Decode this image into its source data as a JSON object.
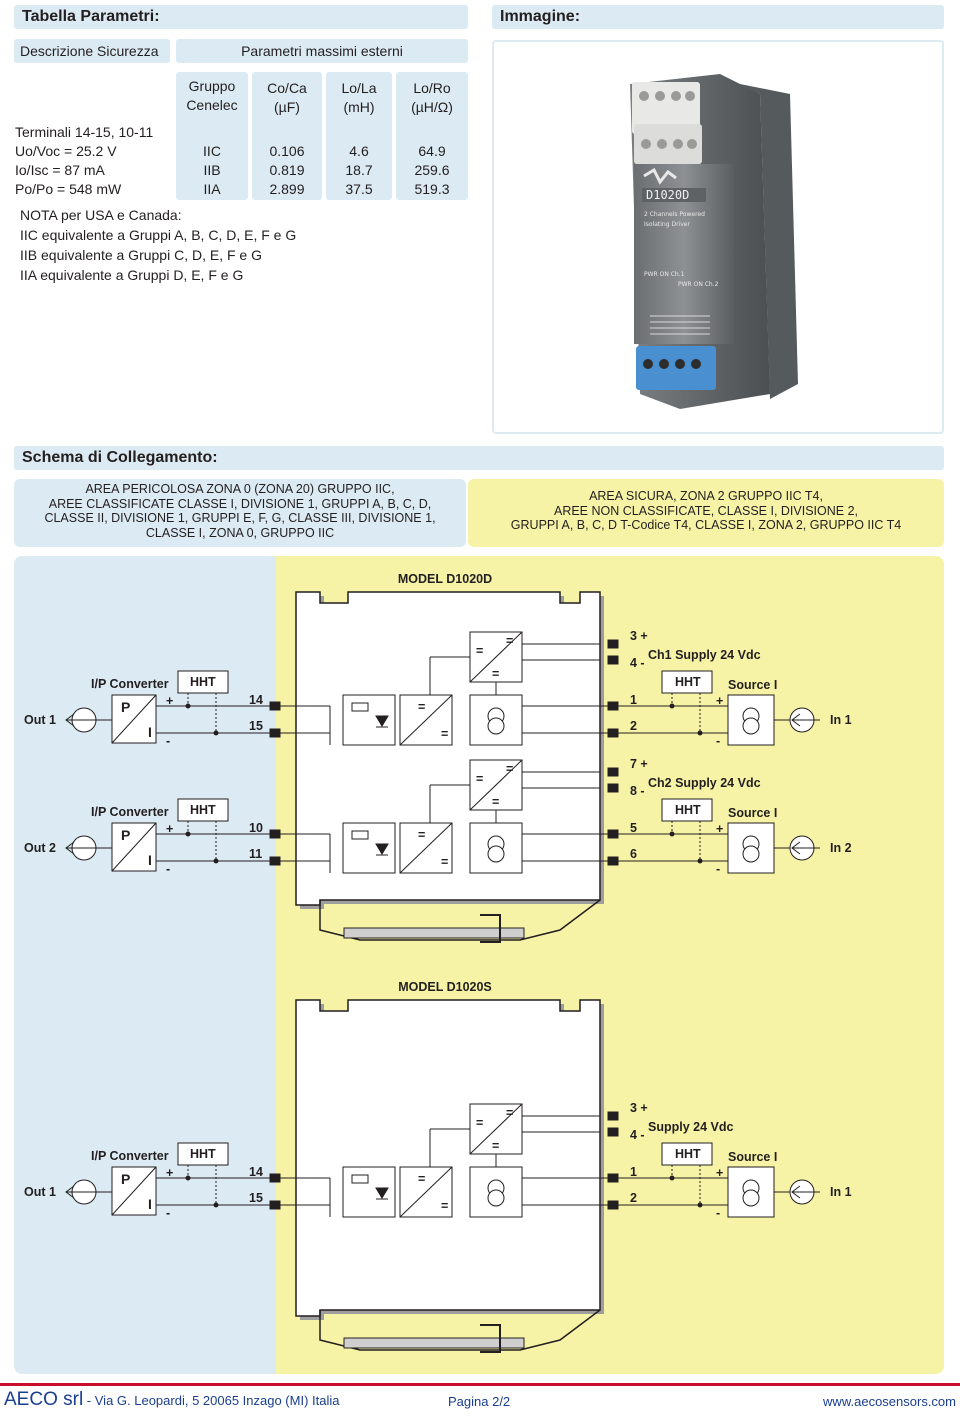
{
  "table": {
    "title": "Tabella Parametri:",
    "desc_header": "Descrizione Sicurezza",
    "params_header": "Parametri massimi esterni",
    "col_headers": [
      {
        "line1": "Gruppo",
        "line2": "Cenelec"
      },
      {
        "line1": "Co/Ca",
        "line2": "(µF)"
      },
      {
        "line1": "Lo/La",
        "line2": "(mH)"
      },
      {
        "line1": "Lo/Ro",
        "line2": "(µH/Ω)"
      }
    ],
    "terminals": "Terminali 14-15, 10-11",
    "rows": [
      {
        "desc": "Uo/Voc = 25.2 V",
        "group": "IIC",
        "co": "0.106",
        "lo": "4.6",
        "lr": "64.9"
      },
      {
        "desc": "Io/Isc = 87 mA",
        "group": "IIB",
        "co": "0.819",
        "lo": "18.7",
        "lr": "259.6"
      },
      {
        "desc": "Po/Po = 548 mW",
        "group": "IIA",
        "co": "2.899",
        "lo": "37.5",
        "lr": "519.3"
      }
    ],
    "notes": [
      "NOTA per USA e Canada:",
      "IIC equivalente a Gruppi A, B, C, D, E, F e G",
      "IIB equivalente a Gruppi C, D, E, F e G",
      "IIA equivalente a Gruppi D, E, F e G"
    ]
  },
  "image_section": {
    "title": "Immagine:",
    "device_label": "D1020D",
    "device_sub1": "2 Channels Powered",
    "device_sub2": "Isolating Driver",
    "pwr1": "PWR ON Ch.1",
    "pwr2": "PWR ON Ch.2"
  },
  "schema": {
    "title": "Schema di Collegamento:",
    "hazard_lines": [
      "AREA PERICOLOSA ZONA 0 (ZONA 20) GRUPPO IIC,",
      "AREE CLASSIFICATE CLASSE I, DIVISIONE 1, GRUPPI A, B, C, D,",
      "CLASSE II, DIVISIONE 1, GRUPPI E, F, G, CLASSE III, DIVISIONE 1,",
      "CLASSE I, ZONA 0, GRUPPO IIC"
    ],
    "safe_lines": [
      "AREA SICURA, ZONA 2 GRUPPO IIC T4,",
      "AREE NON CLASSIFICATE, CLASSE I, DIVISIONE 2,",
      "GRUPPI A, B, C, D T-Codice T4, CLASSE I, ZONA 2, GRUPPO IIC T4"
    ],
    "model1": "MODEL D1020D",
    "model2": "MODEL D1020S",
    "ip_converter": "I/P Converter",
    "hht": "HHT",
    "source": "Source I",
    "p": "P",
    "i": "I",
    "plus": "+",
    "minus": "-",
    "eq": "=",
    "m1": {
      "out1": "Out 1",
      "out2": "Out 2",
      "t14": "14",
      "t15": "15",
      "t10": "10",
      "t11": "11",
      "t3": "3 +",
      "t4": "4 -",
      "t1": "1",
      "t2": "2",
      "t7": "7 +",
      "t8": "8 -",
      "t5": "5",
      "t6": "6",
      "supply1": "Ch1 Supply 24 Vdc",
      "supply2": "Ch2 Supply 24 Vdc",
      "in1": "In 1",
      "in2": "In 2"
    },
    "m2": {
      "out1": "Out 1",
      "t14": "14",
      "t15": "15",
      "t3": "3 +",
      "t4": "4 -",
      "t1": "1",
      "t2": "2",
      "supply": "Supply 24 Vdc",
      "in1": "In 1"
    }
  },
  "footer": {
    "company": "AECO srl",
    "address": " - Via G. Leopardi, 5   20065 Inzago (MI) Italia",
    "page": "Pagina 2/2",
    "website": "www.aecosensors.com"
  },
  "colors": {
    "accent_bar": "#dceaf3",
    "safe_zone": "#f7f3a6",
    "footer_red": "#c8102e"
  }
}
